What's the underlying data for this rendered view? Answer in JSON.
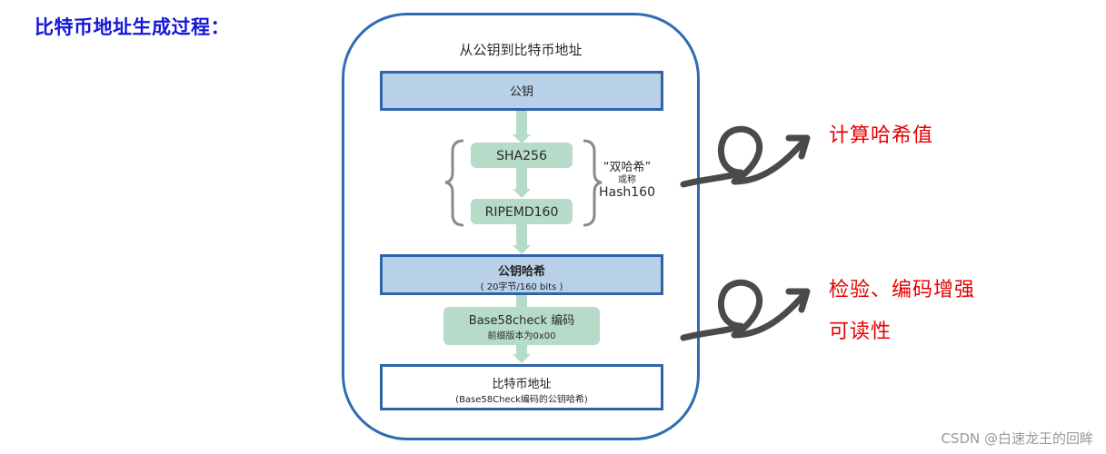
{
  "page": {
    "title": "比特币地址生成过程：",
    "watermark": "CSDN @白速龙王的回眸"
  },
  "diagram": {
    "title": "从公钥到比特币地址",
    "public_key": {
      "label": "公钥"
    },
    "sha256": {
      "label": "SHA256"
    },
    "ripemd160": {
      "label": "RIPEMD160"
    },
    "hash_note": {
      "quoted": "“双哈希”",
      "or_called": "或称",
      "name": "Hash160"
    },
    "public_key_hash": {
      "label": "公钥哈希",
      "detail": "( 20字节/160 bits )"
    },
    "base58check": {
      "label": "Base58check 编码",
      "detail": "前缀版本为0x00"
    },
    "bitcoin_address": {
      "label": "比特币地址",
      "detail": "(Base58Check编码的公钥哈希)"
    },
    "colors": {
      "outer_border": "#2f6db3",
      "blue_box_fill": "#b8d0e8",
      "blue_box_border": "#2f64a8",
      "green_step": "#b6dbc9",
      "annotation": "#e60000",
      "title": "#1515d9"
    }
  },
  "annotations": [
    {
      "lines": [
        "计算哈希值"
      ]
    },
    {
      "lines": [
        "检验、编码增强",
        "可读性"
      ]
    }
  ]
}
